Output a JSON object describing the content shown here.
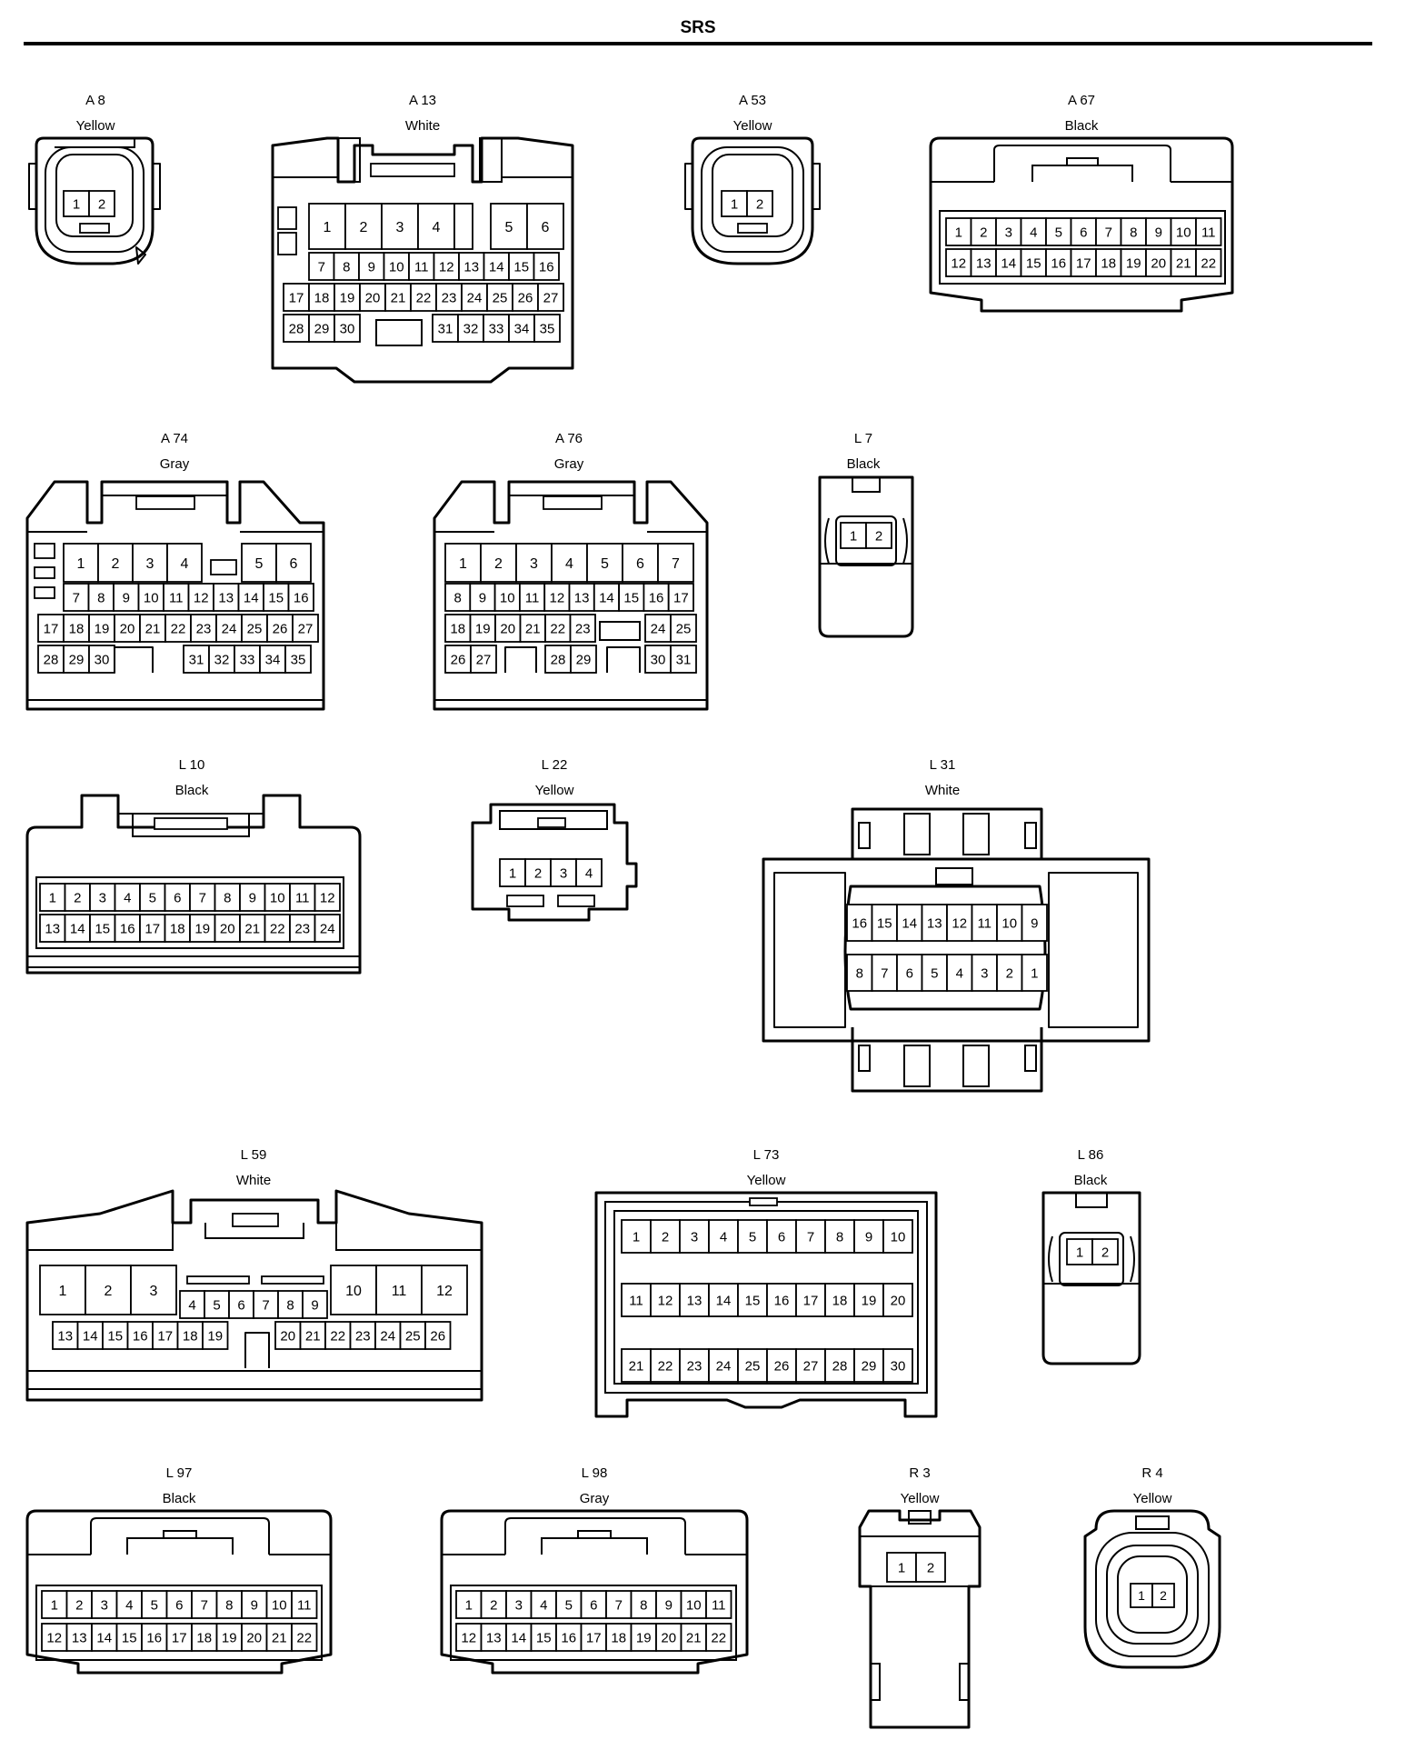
{
  "title": "SRS",
  "connectors": [
    {
      "id": "A 8",
      "color": "Yellow",
      "pins": [
        [
          1,
          2
        ]
      ]
    },
    {
      "id": "A 13",
      "color": "White",
      "pins": [
        [
          1,
          2,
          3,
          4,
          5,
          6
        ],
        [
          7,
          8,
          9,
          10,
          11,
          12,
          13,
          14,
          15,
          16
        ],
        [
          17,
          18,
          19,
          20,
          21,
          22,
          23,
          24,
          25,
          26,
          27
        ],
        [
          28,
          29,
          30,
          31,
          32,
          33,
          34,
          35
        ]
      ]
    },
    {
      "id": "A 53",
      "color": "Yellow",
      "pins": [
        [
          1,
          2
        ]
      ]
    },
    {
      "id": "A 67",
      "color": "Black",
      "pins": [
        [
          1,
          2,
          3,
          4,
          5,
          6,
          7,
          8,
          9,
          10,
          11
        ],
        [
          12,
          13,
          14,
          15,
          16,
          17,
          18,
          19,
          20,
          21,
          22
        ]
      ]
    },
    {
      "id": "A 74",
      "color": "Gray",
      "pins": [
        [
          1,
          2,
          3,
          4,
          5,
          6
        ],
        [
          7,
          8,
          9,
          10,
          11,
          12,
          13,
          14,
          15,
          16
        ],
        [
          17,
          18,
          19,
          20,
          21,
          22,
          23,
          24,
          25,
          26,
          27
        ],
        [
          28,
          29,
          30,
          31,
          32,
          33,
          34,
          35
        ]
      ]
    },
    {
      "id": "A 76",
      "color": "Gray",
      "pins": [
        [
          1,
          2,
          3,
          4,
          5,
          6,
          7
        ],
        [
          8,
          9,
          10,
          11,
          12,
          13,
          14,
          15,
          16,
          17
        ],
        [
          18,
          19,
          20,
          21,
          22,
          23,
          24,
          25
        ],
        [
          26,
          27,
          28,
          29,
          30,
          31
        ]
      ]
    },
    {
      "id": "L 7",
      "color": "Black",
      "pins": [
        [
          1,
          2
        ]
      ]
    },
    {
      "id": "L 10",
      "color": "Black",
      "pins": [
        [
          1,
          2,
          3,
          4,
          5,
          6,
          7,
          8,
          9,
          10,
          11,
          12
        ],
        [
          13,
          14,
          15,
          16,
          17,
          18,
          19,
          20,
          21,
          22,
          23,
          24
        ]
      ]
    },
    {
      "id": "L 22",
      "color": "Yellow",
      "pins": [
        [
          1,
          2,
          3,
          4
        ]
      ]
    },
    {
      "id": "L 31",
      "color": "White",
      "pins": [
        [
          16,
          15,
          14,
          13,
          12,
          11,
          10,
          9
        ],
        [
          8,
          7,
          6,
          5,
          4,
          3,
          2,
          1
        ]
      ]
    },
    {
      "id": "L 59",
      "color": "White",
      "pins": [
        [
          1,
          2,
          3,
          10,
          11,
          12
        ],
        [
          4,
          5,
          6,
          7,
          8,
          9
        ],
        [
          13,
          14,
          15,
          16,
          17,
          18,
          19,
          20,
          21,
          22,
          23,
          24,
          25,
          26
        ]
      ]
    },
    {
      "id": "L 73",
      "color": "Yellow",
      "pins": [
        [
          1,
          2,
          3,
          4,
          5,
          6,
          7,
          8,
          9,
          10
        ],
        [
          11,
          12,
          13,
          14,
          15,
          16,
          17,
          18,
          19,
          20
        ],
        [
          21,
          22,
          23,
          24,
          25,
          26,
          27,
          28,
          29,
          30
        ]
      ]
    },
    {
      "id": "L 86",
      "color": "Black",
      "pins": [
        [
          1,
          2
        ]
      ]
    },
    {
      "id": "L 97",
      "color": "Black",
      "pins": [
        [
          1,
          2,
          3,
          4,
          5,
          6,
          7,
          8,
          9,
          10,
          11
        ],
        [
          12,
          13,
          14,
          15,
          16,
          17,
          18,
          19,
          20,
          21,
          22
        ]
      ]
    },
    {
      "id": "L 98",
      "color": "Gray",
      "pins": [
        [
          1,
          2,
          3,
          4,
          5,
          6,
          7,
          8,
          9,
          10,
          11
        ],
        [
          12,
          13,
          14,
          15,
          16,
          17,
          18,
          19,
          20,
          21,
          22
        ]
      ]
    },
    {
      "id": "R 3",
      "color": "Yellow",
      "pins": [
        [
          1,
          2
        ]
      ]
    },
    {
      "id": "R 4",
      "color": "Yellow",
      "pins": [
        [
          1,
          2
        ]
      ]
    }
  ]
}
